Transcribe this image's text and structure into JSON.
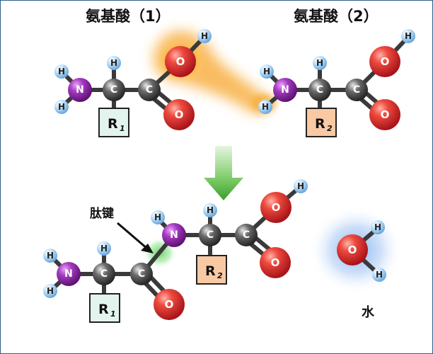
{
  "titles": {
    "amino_acid_1": "氨基酸（1）",
    "amino_acid_2": "氨基酸（2）"
  },
  "atoms": {
    "hydrogen": "H",
    "nitrogen": "N",
    "carbon": "C",
    "oxygen": "O"
  },
  "r_groups": {
    "r1_main": "R",
    "r1_sub": "1",
    "r2_main": "R",
    "r2_sub": "2"
  },
  "labels": {
    "peptide_bond": "肽键",
    "water": "水"
  },
  "colors": {
    "hydrogen": "#8fc3ec",
    "nitrogen": "#9b2fb5",
    "carbon": "#555555",
    "oxygen": "#d8262b",
    "r1_box": "#e3f4ef",
    "r2_box": "#f9c9a4",
    "arrow": "#4cb43a",
    "peptide_glow": "#5fd35f",
    "water_glow": "#7fb0ec",
    "dehydration_glow": "#f59a1c"
  }
}
